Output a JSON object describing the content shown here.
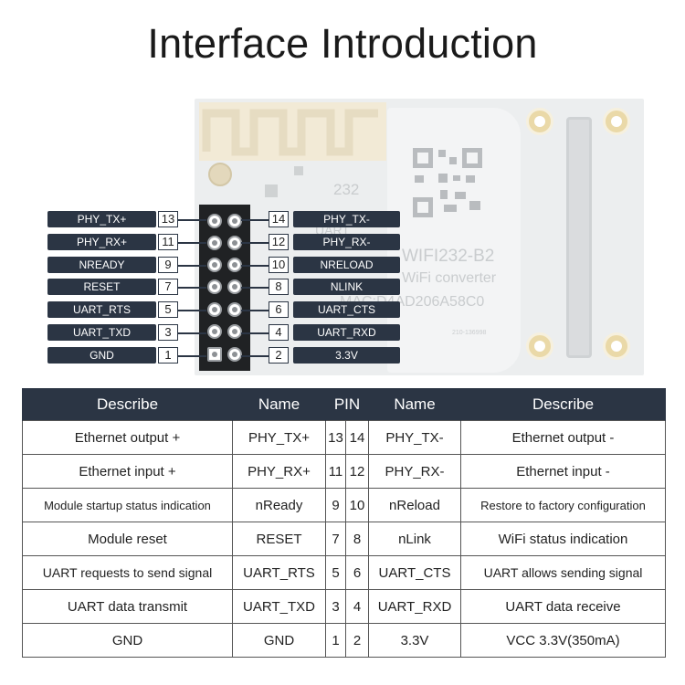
{
  "title": "Interface Introduction",
  "module": {
    "model_text": "WIFI232-B2",
    "subtitle_text": "WiFi converter",
    "mac_text": "MAC:D4AD206A58C0",
    "uart_text": "UART",
    "cert_text": "210-136998",
    "silk_text": "232"
  },
  "pins_left": [
    {
      "name": "PHY_TX+",
      "num": "13"
    },
    {
      "name": "PHY_RX+",
      "num": "11"
    },
    {
      "name": "NREADY",
      "num": "9"
    },
    {
      "name": "RESET",
      "num": "7"
    },
    {
      "name": "UART_RTS",
      "num": "5"
    },
    {
      "name": "UART_TXD",
      "num": "3"
    },
    {
      "name": "GND",
      "num": "1"
    }
  ],
  "pins_right": [
    {
      "name": "PHY_TX-",
      "num": "14"
    },
    {
      "name": "PHY_RX-",
      "num": "12"
    },
    {
      "name": "NRELOAD",
      "num": "10"
    },
    {
      "name": "NLINK",
      "num": "8"
    },
    {
      "name": "UART_CTS",
      "num": "6"
    },
    {
      "name": "UART_RXD",
      "num": "4"
    },
    {
      "name": "3.3V",
      "num": "2"
    }
  ],
  "table": {
    "headers": [
      "Describe",
      "Name",
      "PIN",
      "Name",
      "Describe"
    ],
    "rows": [
      [
        "Ethernet output +",
        "PHY_TX+",
        "13",
        "14",
        "PHY_TX-",
        "Ethernet output -"
      ],
      [
        "Ethernet input +",
        "PHY_RX+",
        "11",
        "12",
        "PHY_RX-",
        "Ethernet input -"
      ],
      [
        "Module startup status indication",
        "nReady",
        "9",
        "10",
        "nReload",
        "Restore to factory configuration"
      ],
      [
        "Module reset",
        "RESET",
        "7",
        "8",
        "nLink",
        "WiFi status indication"
      ],
      [
        "UART requests to send signal",
        "UART_RTS",
        "5",
        "6",
        "UART_CTS",
        "UART allows sending signal"
      ],
      [
        "UART data transmit",
        "UART_TXD",
        "3",
        "4",
        "UART_RXD",
        "UART data receive"
      ],
      [
        "GND",
        "GND",
        "1",
        "2",
        "3.3V",
        "VCC 3.3V(350mA)"
      ]
    ]
  },
  "colors": {
    "label_bg": "#2b3544",
    "header_bg": "#2b3544",
    "antenna": "#f2ead6",
    "pcb": "#eceeef"
  }
}
